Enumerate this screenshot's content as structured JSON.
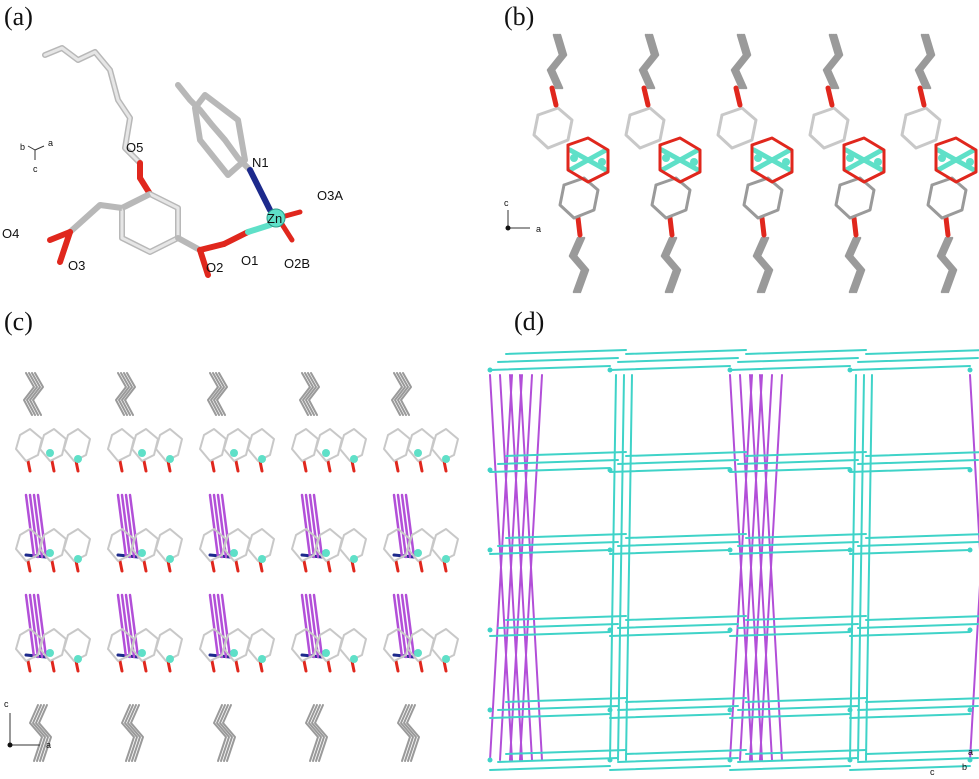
{
  "figure": {
    "panels": [
      {
        "id": "a",
        "label": "(a)"
      },
      {
        "id": "b",
        "label": "(b)"
      },
      {
        "id": "c",
        "label": "(c)"
      },
      {
        "id": "d",
        "label": "(d)"
      }
    ]
  },
  "panel_a": {
    "atoms": {
      "o5": "O5",
      "n1": "N1",
      "o3a": "O3A",
      "zn": "Zn",
      "o4": "O4",
      "o3": "O3",
      "o2": "O2",
      "o1": "O1",
      "o2b": "O2B"
    },
    "axes": {
      "a": "a",
      "b": "b",
      "c": "c"
    }
  },
  "panel_b": {
    "axes": {
      "c": "c",
      "a": "a"
    }
  },
  "panel_c": {
    "axes": {
      "c": "c",
      "a": "a"
    }
  },
  "panel_d": {
    "axes": {
      "a": "a",
      "c": "c",
      "b": "b"
    }
  },
  "colors": {
    "carbon": "#c8c8c8",
    "carbon_dark": "#9a9a9a",
    "oxygen": "#e0271d",
    "nitrogen": "#1d2a8c",
    "zinc": "#5fe0c8",
    "pink_link": "#b24fd8",
    "cyan_link": "#3fd3c8"
  }
}
